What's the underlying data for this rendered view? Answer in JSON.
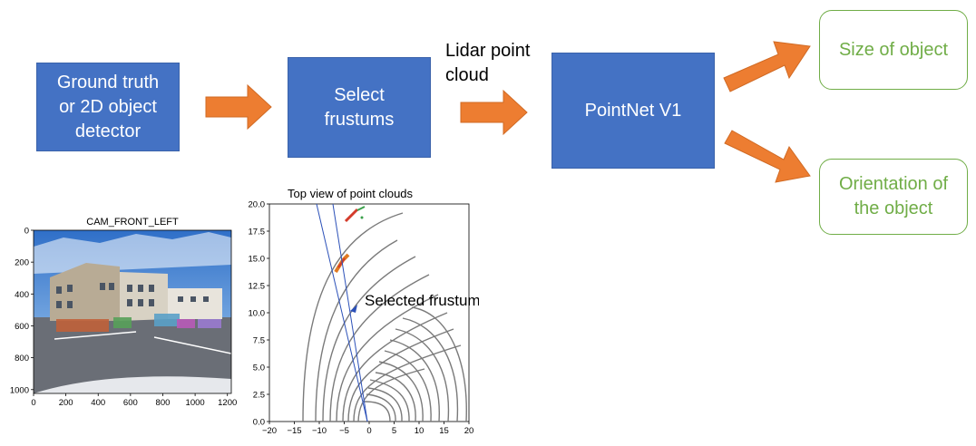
{
  "colors": {
    "box_fill": "#4472c4",
    "arrow": "#ed7d31",
    "output_border": "#70ad47",
    "output_text": "#70ad47"
  },
  "boxes": {
    "detector": "Ground truth\nor 2D object\ndetector",
    "select": "Select\nfrustums",
    "pointnet": "PointNet V1"
  },
  "lidar_label": "Lidar point\ncloud",
  "outputs": {
    "size": "Size of object",
    "orientation": "Orientation of\nthe object"
  },
  "camera_plot": {
    "title": "CAM_FRONT_LEFT",
    "x_ticks": [
      "0",
      "200",
      "400",
      "600",
      "800",
      "1000",
      "1200"
    ],
    "y_ticks": [
      "0",
      "200",
      "400",
      "600",
      "800",
      "1000"
    ]
  },
  "topview_plot": {
    "title": "Top view of point clouds",
    "annotation": "Selected frustum",
    "x_ticks": [
      "−20",
      "−15",
      "−10",
      "−5",
      "0",
      "5",
      "10",
      "15",
      "20"
    ],
    "y_ticks": [
      "20.0",
      "17.5",
      "15.0",
      "12.5",
      "10.0",
      "7.5",
      "5.0",
      "2.5",
      "0.0"
    ]
  }
}
